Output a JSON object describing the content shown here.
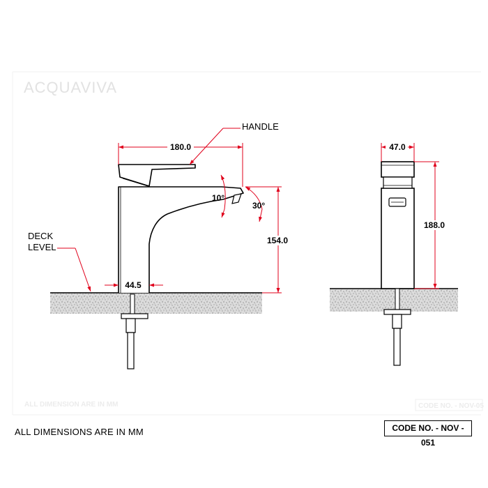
{
  "watermark": {
    "logo": "ACQUAVIVA",
    "ghost_note": "ALL DIMENSION ARE IN MM",
    "ghost_code": "CODE NO. - NOV-05"
  },
  "front_view": {
    "dimensions": {
      "spout_reach": "180.0",
      "body_width": "44.5",
      "spout_height": "154.0",
      "tilt_up": "10°",
      "tilt_down": "30°"
    },
    "labels": {
      "handle": "HANDLE",
      "deck_line1": "DECK",
      "deck_line2": "LEVEL"
    }
  },
  "side_view": {
    "dimensions": {
      "depth": "47.0",
      "height": "188.0"
    }
  },
  "footer": {
    "note": "ALL DIMENSIONS ARE IN MM",
    "code": "CODE NO. - NOV - 051"
  },
  "colors": {
    "dimension_lines": "#e0001b",
    "outline": "#000000",
    "deck_fill": "#d9d9d9"
  }
}
